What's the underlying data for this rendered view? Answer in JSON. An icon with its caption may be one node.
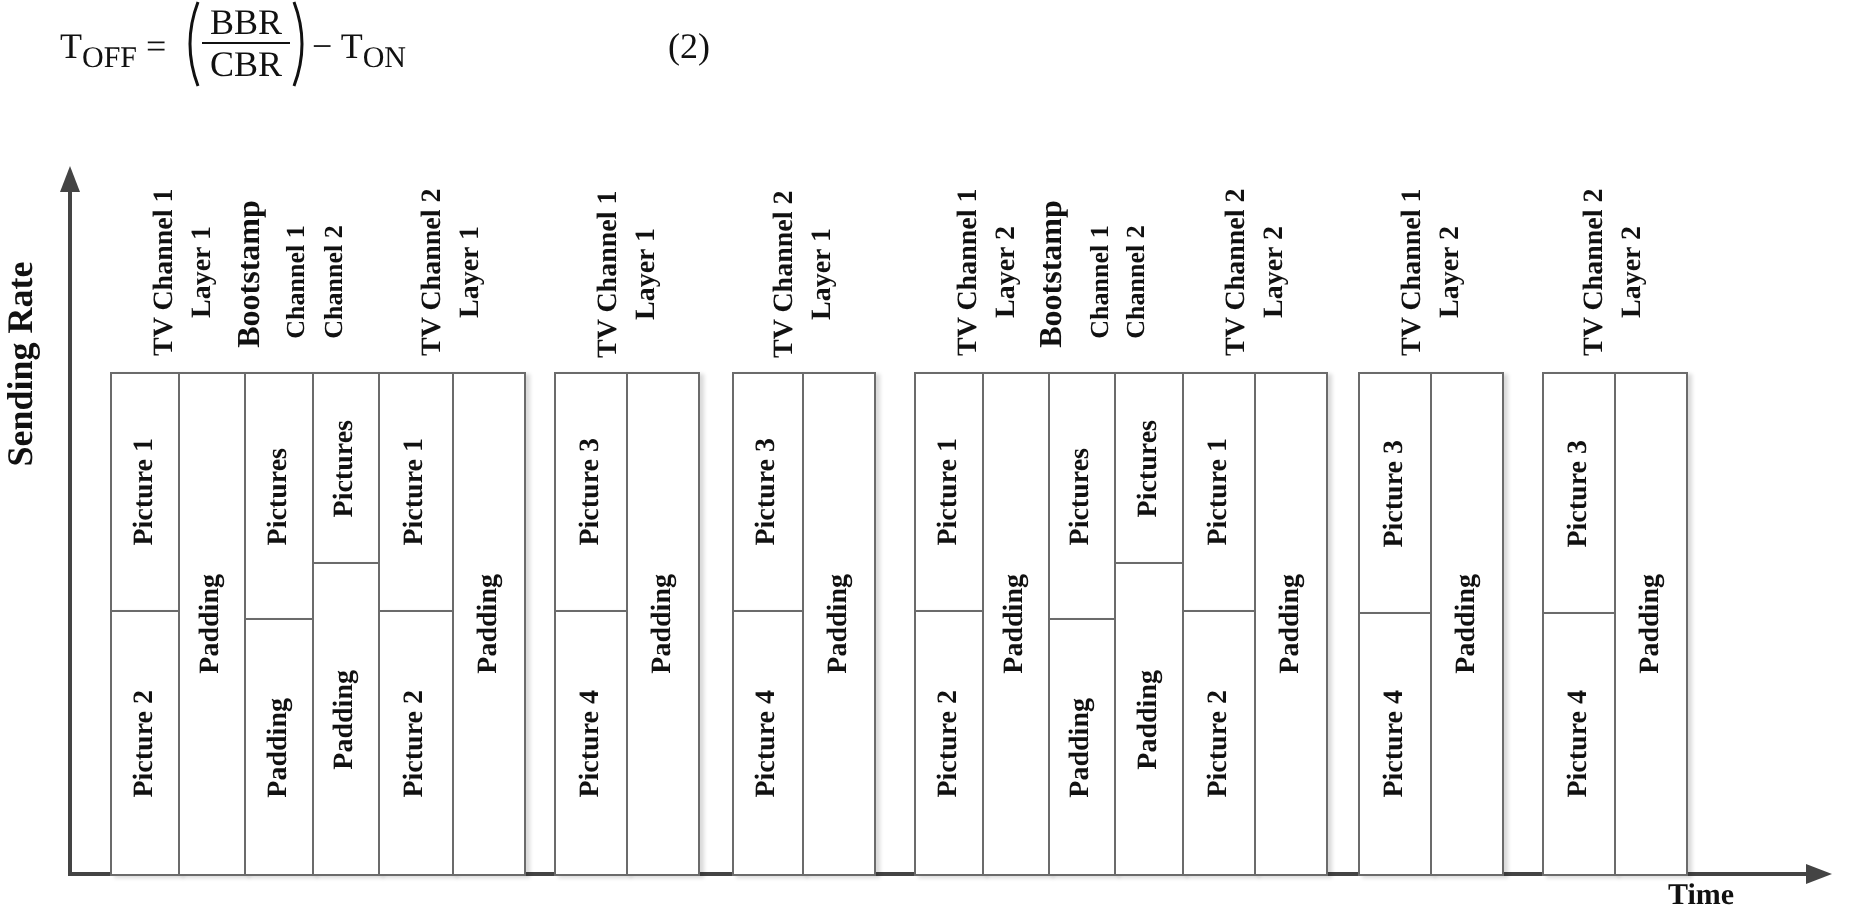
{
  "diagram": {
    "nodes": [
      {
        "text": [
          "Picture 1"
        ]
      },
      {
        "text": [
          "Picture 2"
        ]
      },
      {
        "text": [
          "Padding"
        ]
      },
      {
        "text": [
          "Pictures"
        ]
      },
      {
        "text": [
          "Padding"
        ]
      },
      {
        "text": [
          "Pictures"
        ]
      },
      {
        "text": [
          "Padding"
        ]
      },
      {
        "text": [
          "Picture 1"
        ]
      },
      {
        "text": [
          "Picture 2"
        ]
      },
      {
        "text": [
          "Padding"
        ]
      },
      {
        "text": [
          "Picture 3"
        ]
      },
      {
        "text": [
          "Picture 4"
        ]
      },
      {
        "text": [
          "Padding"
        ]
      },
      {
        "text": [
          "Picture 3"
        ]
      },
      {
        "text": [
          "Picture 4"
        ]
      },
      {
        "text": [
          "Padding"
        ]
      },
      {
        "text": [
          "Picture 1"
        ]
      },
      {
        "text": [
          "Picture 2"
        ]
      },
      {
        "text": [
          "Padding"
        ]
      },
      {
        "text": [
          "Pictures"
        ]
      },
      {
        "text": [
          "Padding"
        ]
      },
      {
        "text": [
          "Pictures"
        ]
      },
      {
        "text": [
          "Padding"
        ]
      },
      {
        "text": [
          "Picture 1"
        ]
      },
      {
        "text": [
          "Picture 2"
        ]
      },
      {
        "text": [
          "Padding"
        ]
      },
      {
        "text": [
          "Picture 3"
        ]
      },
      {
        "text": [
          "Picture 4"
        ]
      },
      {
        "text": [
          "Padding"
        ]
      },
      {
        "text": [
          "Picture 3"
        ]
      },
      {
        "text": [
          "Picture 4"
        ]
      },
      {
        "text": [
          "Padding"
        ]
      }
    ],
    "labels": [
      "T$_{OFF}$ =",
      "BBR",
      "CBR",
      "− T$_{ON}$",
      "(2)",
      "Sending Rate",
      "TV Channel 1 Layer 1",
      "Bootstamp",
      "Channel 1",
      "Channel 2",
      "TV Channel 2 Layer 1",
      "TV Channel 1 Layer 1",
      "TV Channel 2 Layer 1",
      "TV Channel 1 Layer 2",
      "Bootstamp",
      "Channel 1",
      "Channel 2",
      "TV Channel 2 Layer 2",
      "TV Channel 1 Layer 2",
      "TV Channel 2 Layer 2",
      "Time"
    ]
  }
}
